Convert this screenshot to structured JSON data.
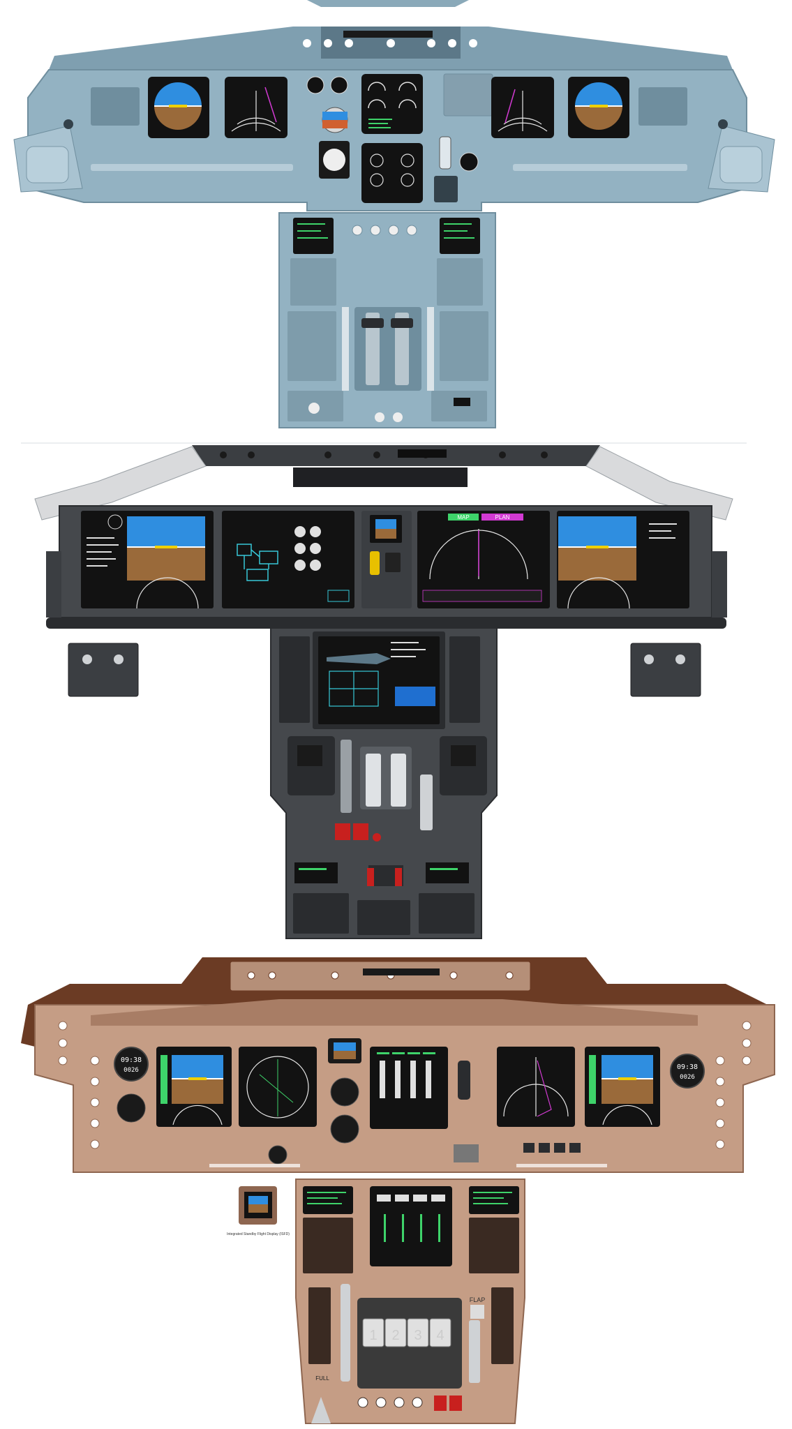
{
  "colors": {
    "airbus_panel": "#93b2c2",
    "airbus_panel_dark": "#6f8e9e",
    "boeing787_panel": "#45484c",
    "boeing787_dark": "#2a2c2f",
    "boeing747_panel": "#c59d85",
    "boeing747_dark": "#6b3b24",
    "sky": "#2f8ee0",
    "ground": "#9a6a3a",
    "screen": "#121212",
    "display_green": "#3ed36a",
    "display_cyan": "#37c8d8",
    "display_magenta": "#d23ad2"
  },
  "icons": {
    "attitude": "attitude-indicator-icon",
    "compass": "compass-rose-icon",
    "gauge": "round-gauge-icon",
    "throttle": "throttle-lever-icon"
  },
  "b787": {
    "map_mode": "MAP",
    "plan_mode": "PLAN"
  },
  "b747": {
    "clock_upper": "09:38",
    "clock_lower": "0026",
    "thrust_levers": [
      "1",
      "2",
      "3",
      "4"
    ],
    "flap_label": "FLAP",
    "flap_setting": "FULL",
    "isfd_caption": "Integrated Standby Flight Display (ISFD)"
  }
}
